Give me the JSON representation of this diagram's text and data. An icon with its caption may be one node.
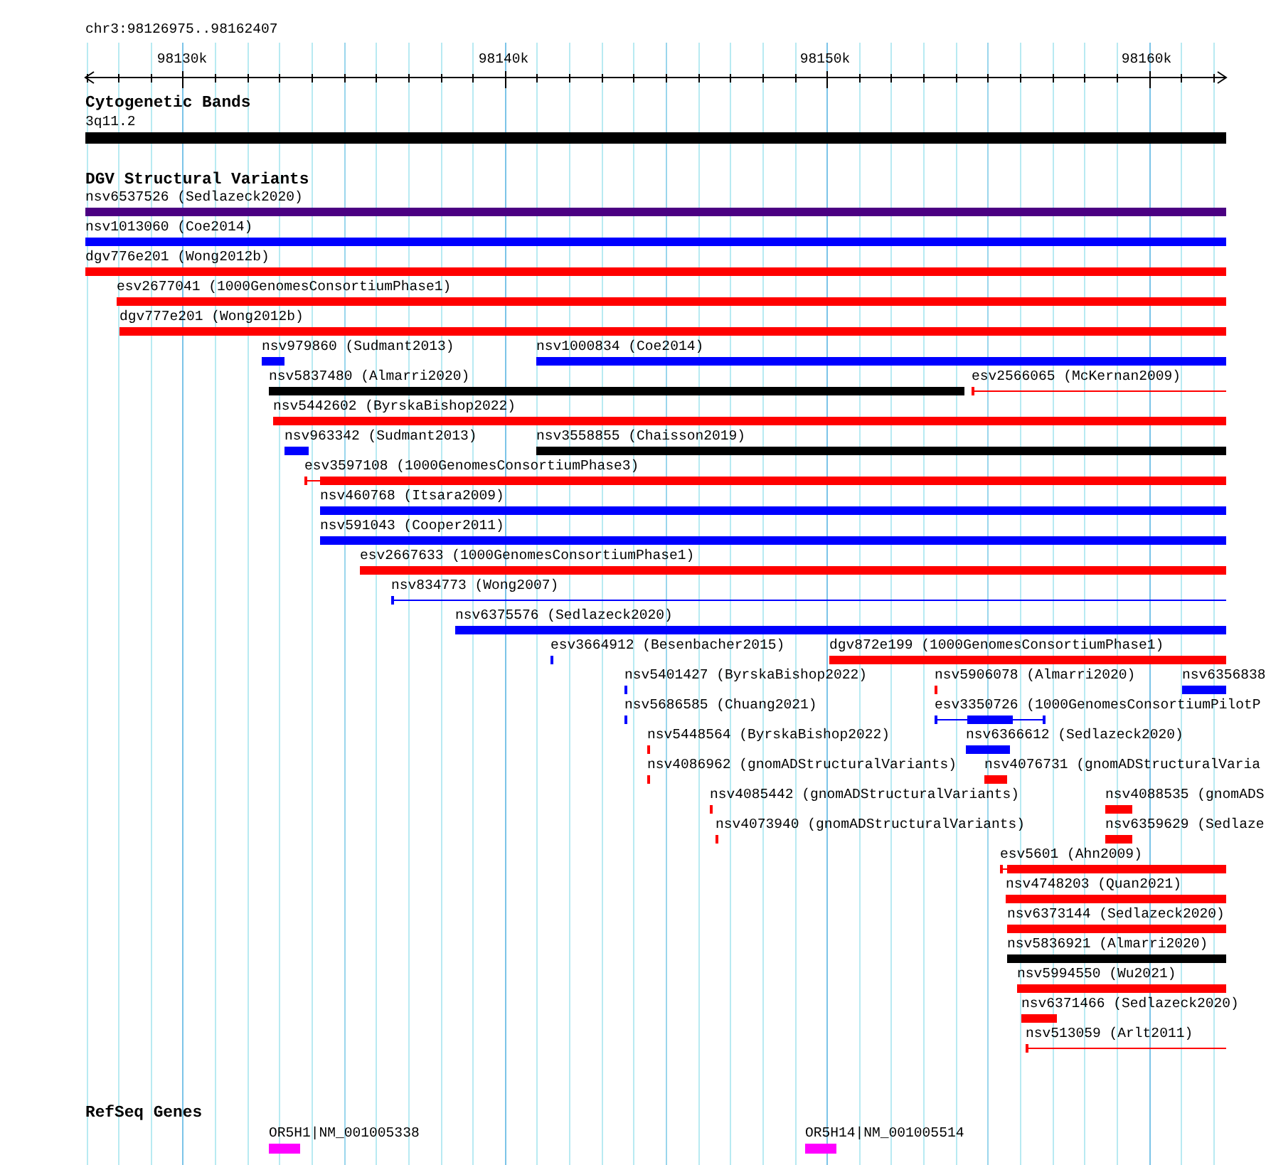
{
  "diagram": {
    "nodes": [
      {
        "text": [],
        "shape": "bar",
        "beside": [
          "3q11.2"
        ]
      },
      {
        "text": [],
        "shape": "bar",
        "beside": [
          "nsv6537526 (Sedlazeck2020)"
        ]
      },
      {
        "text": [],
        "shape": "bar",
        "beside": [
          "nsv1013060 (Coe2014)"
        ]
      },
      {
        "text": [],
        "shape": "bar",
        "beside": [
          "dgv776e201 (Wong2012b)"
        ]
      },
      {
        "text": [],
        "shape": "bar",
        "beside": [
          "esv2677041 (1000GenomesConsortiumPhase1)"
        ]
      },
      {
        "text": [],
        "shape": "bar",
        "beside": [
          "dgv777e201 (Wong2012b)"
        ]
      },
      {
        "text": [],
        "shape": "bar",
        "beside": [
          "nsv979860 (Sudmant2013)"
        ]
      },
      {
        "text": [],
        "shape": "bar",
        "beside": [
          "nsv1000834 (Coe2014)"
        ]
      },
      {
        "text": [],
        "shape": "bar",
        "beside": [
          "nsv5837480 (Almarri2020)"
        ]
      },
      {
        "text": [],
        "shape": "bar",
        "beside": [
          "esv2566065 (McKernan2009)"
        ]
      },
      {
        "text": [],
        "shape": "bar",
        "beside": [
          "nsv5442602 (ByrskaBishop2022)"
        ]
      },
      {
        "text": [],
        "shape": "bar",
        "beside": [
          "nsv963342 (Sudmant2013)"
        ]
      },
      {
        "text": [],
        "shape": "bar",
        "beside": [
          "nsv3558855 (Chaisson2019)"
        ]
      },
      {
        "text": [],
        "shape": "bar",
        "beside": [
          "esv3597108 (1000GenomesConsortiumPhase3)"
        ]
      },
      {
        "text": [],
        "shape": "bar",
        "beside": [
          "nsv460768 (Itsara2009)"
        ]
      },
      {
        "text": [],
        "shape": "bar",
        "beside": [
          "nsv591043 (Cooper2011)"
        ]
      },
      {
        "text": [],
        "shape": "bar",
        "beside": [
          "esv2667633 (1000GenomesConsortiumPhase1)"
        ]
      },
      {
        "text": [],
        "shape": "bar",
        "beside": [
          "nsv834773 (Wong2007)"
        ]
      },
      {
        "text": [],
        "shape": "bar",
        "beside": [
          "nsv6375576 (Sedlazeck2020)"
        ]
      },
      {
        "text": [],
        "shape": "bar",
        "beside": [
          "esv3664912 (Besenbacher2015)"
        ]
      },
      {
        "text": [],
        "shape": "bar",
        "beside": [
          "dgv872e199 (1000GenomesConsortiumPhase1)"
        ]
      },
      {
        "text": [],
        "shape": "bar",
        "beside": [
          "nsv5401427 (ByrskaBishop2022)"
        ]
      },
      {
        "text": [],
        "shape": "bar",
        "beside": [
          "nsv5906078 (Almarri2020)"
        ]
      },
      {
        "text": [],
        "shape": "bar",
        "beside": [
          "nsv6356838"
        ]
      },
      {
        "text": [],
        "shape": "bar",
        "beside": [
          "nsv5686585 (Chuang2021)"
        ]
      },
      {
        "text": [],
        "shape": "bar",
        "beside": [
          "esv3350726 (1000GenomesConsortiumPilotP"
        ]
      },
      {
        "text": [],
        "shape": "bar",
        "beside": [
          "nsv5448564 (ByrskaBishop2022)"
        ]
      },
      {
        "text": [],
        "shape": "bar",
        "beside": [
          "nsv6366612 (Sedlazeck2020)"
        ]
      },
      {
        "text": [],
        "shape": "bar",
        "beside": [
          "nsv4086962 (gnomADStructuralVariants)"
        ]
      },
      {
        "text": [],
        "shape": "bar",
        "beside": [
          "nsv4076731 (gnomADStructuralVaria"
        ]
      },
      {
        "text": [],
        "shape": "bar",
        "beside": [
          "nsv4085442 (gnomADStructuralVariants)"
        ]
      },
      {
        "text": [],
        "shape": "bar",
        "beside": [
          "nsv4088535 (gnomADS"
        ]
      },
      {
        "text": [],
        "shape": "bar",
        "beside": [
          "nsv4073940 (gnomADStructuralVariants)"
        ]
      },
      {
        "text": [],
        "shape": "bar",
        "beside": [
          "nsv6359629 (Sedlaze"
        ]
      },
      {
        "text": [],
        "shape": "bar",
        "beside": [
          "esv5601 (Ahn2009)"
        ]
      },
      {
        "text": [],
        "shape": "bar",
        "beside": [
          "nsv4748203 (Quan2021)"
        ]
      },
      {
        "text": [],
        "shape": "bar",
        "beside": [
          "nsv6373144 (Sedlazeck2020)"
        ]
      },
      {
        "text": [],
        "shape": "bar",
        "beside": [
          "nsv5836921 (Almarri2020)"
        ]
      },
      {
        "text": [],
        "shape": "bar",
        "beside": [
          "nsv5994550 (Wu2021)"
        ]
      },
      {
        "text": [],
        "shape": "bar",
        "beside": [
          "nsv6371466 (Sedlazeck2020)"
        ]
      },
      {
        "text": [],
        "shape": "bar",
        "beside": [
          "nsv513059 (Arlt2011)"
        ]
      },
      {
        "text": [],
        "shape": "bar",
        "beside": [
          "OR5H1|NM_001005338"
        ]
      },
      {
        "text": [],
        "shape": "bar",
        "beside": [
          "OR5H14|NM_001005514"
        ]
      }
    ],
    "labels": [
      "chr3:98126975..98162407",
      "98130k",
      "98140k",
      "98150k",
      "98160k",
      "Cytogenetic Bands",
      "DGV Structural Variants",
      "RefSeq Genes"
    ]
  }
}
